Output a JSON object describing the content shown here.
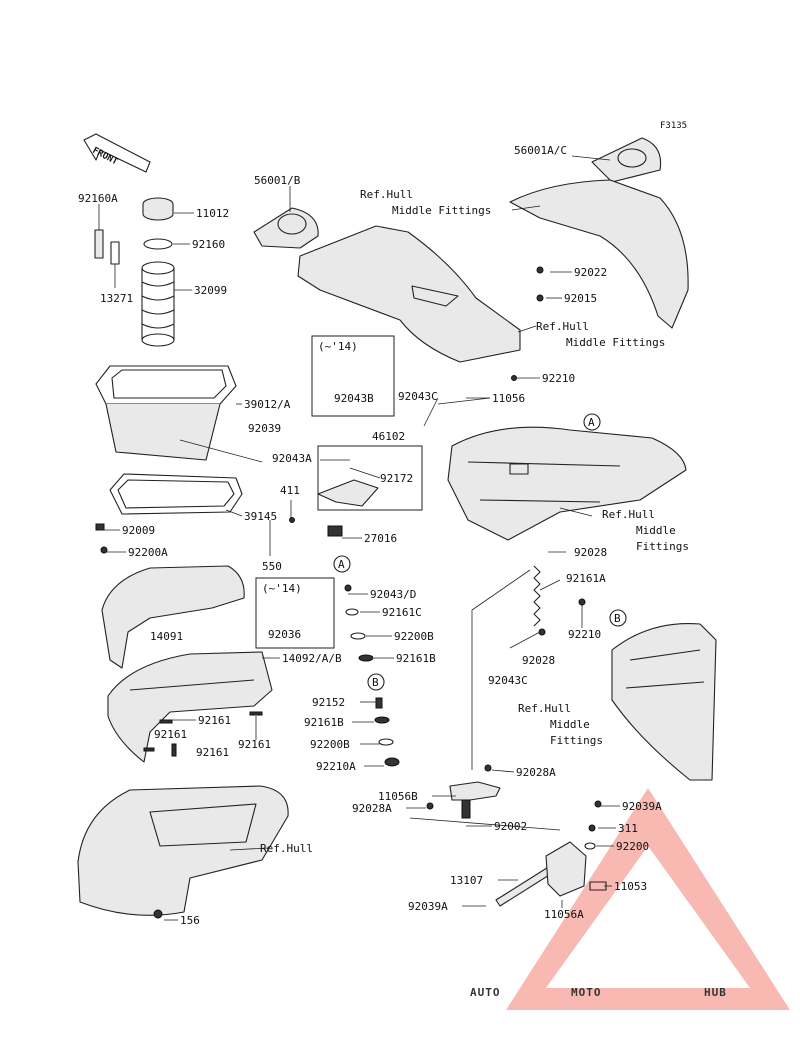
{
  "figure_code": "F3135",
  "front_label": "FRONT",
  "watermark": {
    "part1": "AUTO",
    "part2": "MOTO",
    "part3": "HUB",
    "color_orange": "#f0a33c",
    "color_red": "#e84a3a",
    "color_gray": "#9a9a9a"
  },
  "boxes": {
    "box1_year": "(~'14)",
    "box2_year": "(~'14)"
  },
  "ref_labels": {
    "hull_fittings_1_line1": "Ref.Hull",
    "hull_fittings_1_line2": "Middle Fittings",
    "hull_fittings_2_line1": "Ref.Hull",
    "hull_fittings_2_line2": "Middle Fittings",
    "hull_fittings_3_line1": "Ref.Hull",
    "hull_fittings_3_line2": "Middle",
    "hull_fittings_3_line3": "Fittings",
    "hull_fittings_4_line1": "Ref.Hull",
    "hull_fittings_4_line2": "Middle",
    "hull_fittings_4_line3": "Fittings",
    "hull": "Ref.Hull"
  },
  "callouts": {
    "A1": "A",
    "A2": "A",
    "B1": "B",
    "B2": "B"
  },
  "parts": {
    "p92160A": "92160A",
    "p11012": "11012",
    "p92160": "92160",
    "p13271": "13271",
    "p32099": "32099",
    "p56001B": "56001/B",
    "p56001AC": "56001A/C",
    "p92022": "92022",
    "p92015": "92015",
    "p92043B": "92043B",
    "p92043C_top": "92043C",
    "p92210_top": "92210",
    "p11056": "11056",
    "p39012A": "39012/A",
    "p92039": "92039",
    "p92043A": "92043A",
    "p46102": "46102",
    "p92172": "92172",
    "p411": "411",
    "p550": "550",
    "p27016": "27016",
    "p39145": "39145",
    "p92009": "92009",
    "p92200A": "92200A",
    "p92028_top": "92028",
    "p92161A": "92161A",
    "p92043D": "92043/D",
    "p92161C": "92161C",
    "p92036": "92036",
    "p92200B_top": "92200B",
    "p92161B_top": "92161B",
    "p92210_mid": "92210",
    "p92028_mid": "92028",
    "p92043C_mid": "92043C",
    "p14091": "14091",
    "p14092AB": "14092/A/B",
    "p92152": "92152",
    "p92161B_low": "92161B",
    "p92200B_low": "92200B",
    "p92210A": "92210A",
    "p92161_a": "92161",
    "p92161_b": "92161",
    "p92161_c": "92161",
    "p92161_d": "92161",
    "p92028A_r": "92028A",
    "p11056B": "11056B",
    "p92028A_l": "92028A",
    "p92002": "92002",
    "p92039A_top": "92039A",
    "p311": "311",
    "p92200": "92200",
    "p13107": "13107",
    "p11053": "11053",
    "p92039A_low": "92039A",
    "p11056A": "11056A",
    "p156": "156"
  }
}
